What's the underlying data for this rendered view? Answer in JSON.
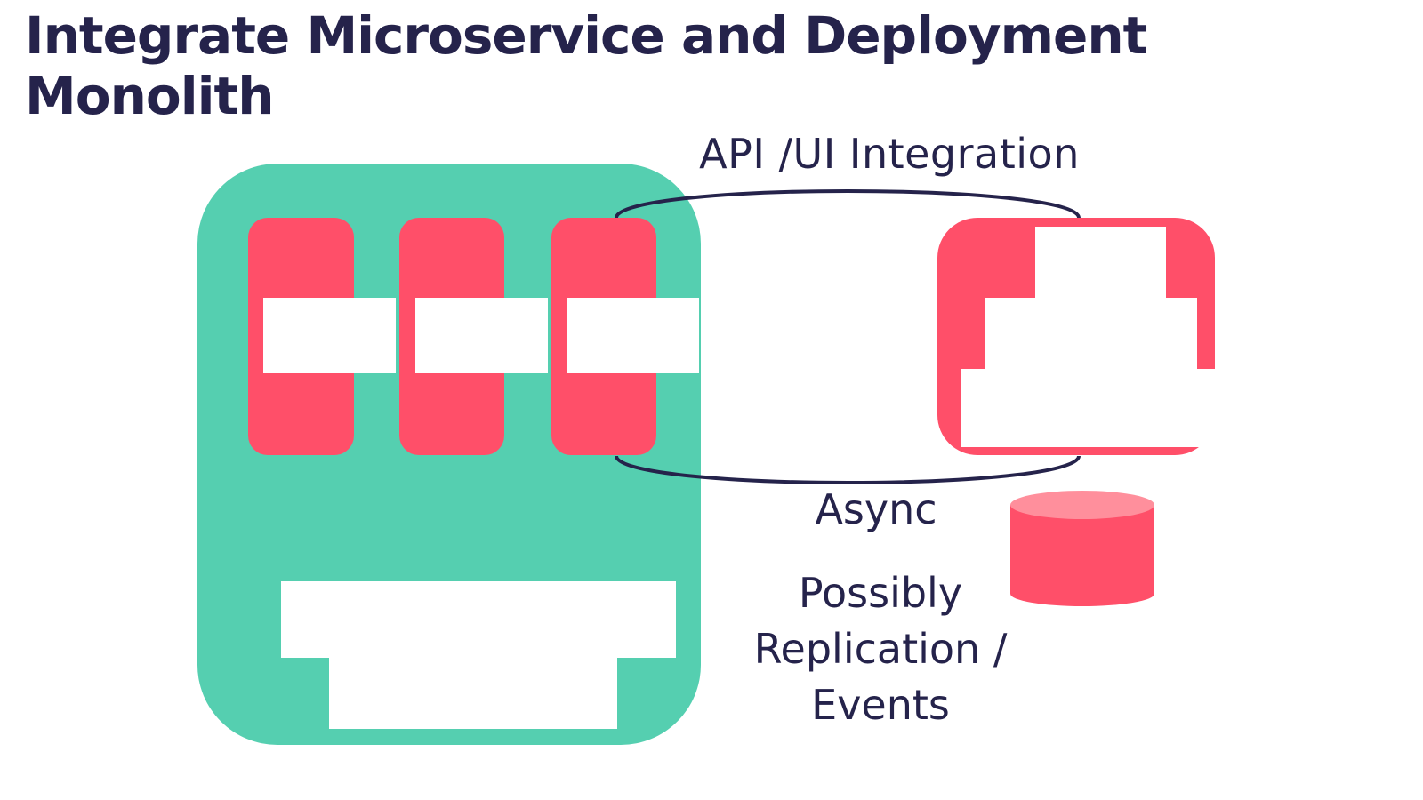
{
  "slide": {
    "title_line1": "Integrate Microservice and Deployment",
    "title_line2": "Monolith"
  },
  "labels": {
    "api_integration": "API /UI Integration",
    "async": "Async",
    "possibly_line1": "Possibly",
    "possibly_line2": "Replication /",
    "possibly_line3": "Events"
  },
  "colors": {
    "monolith": "#55cfb0",
    "module": "#ff4f69",
    "cylinder_top": "#ff8f9c",
    "text": "#25234b",
    "background": "#ffffff"
  },
  "icons": {
    "database": "database-cylinder-icon",
    "monolith": "deployment-monolith-block",
    "microservice": "microservice-block"
  }
}
